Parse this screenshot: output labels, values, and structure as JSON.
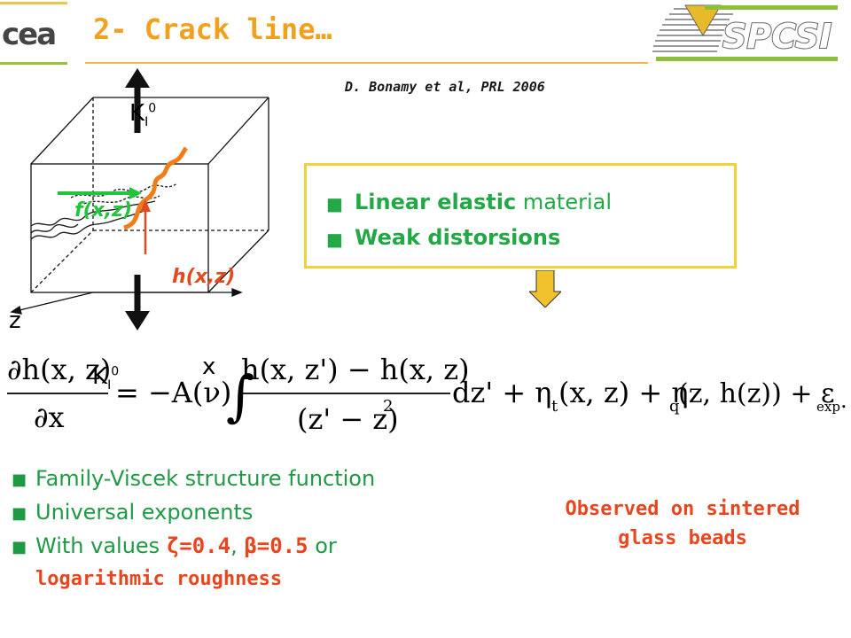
{
  "header": {
    "title": "2- Crack line…",
    "logo_left_text": "cea",
    "logo_right_text": "SPCSI",
    "citation": "D. Bonamy et al, PRL 2006"
  },
  "diagram": {
    "k_top": "K",
    "k_top_sub": "I",
    "k_top_sup": "0",
    "k_bottom": "K",
    "k_bottom_sub": "I",
    "k_bottom_sup": "0",
    "f_label": "f(x,z)",
    "h_label": "h(x,z)",
    "axis_z": "z",
    "axis_x": "x"
  },
  "hypotheses": {
    "item1_bold": "Linear elastic",
    "item1_rest": " material",
    "item2": "Weak distorsions"
  },
  "equation": {
    "lhs_num": "∂h(x, z)",
    "lhs_den": "∂x",
    "eq_mid": "= −A(ν)",
    "integral": "∫",
    "frac_num": "h(x, z') − h(x, z)",
    "frac_den": "(z' − z)",
    "frac_den_exp": "2",
    "tail": "dz' + η",
    "eta_t_sub": "t",
    "tail2": "(x, z) + η",
    "eta_q_sub": "q",
    "tail3": "(z, h(z)) + ε",
    "eps_sub": "exp",
    "end": "."
  },
  "bullets": {
    "item1": "Family-Viscek structure function",
    "item2": "Universal exponents",
    "item3_prefix": "With values ",
    "zeta": "ζ=0.4",
    "comma": ", ",
    "beta": "β=0.5",
    "or": " or",
    "item3_line2": "logarithmic roughness"
  },
  "observed": {
    "line1": "Observed on sintered",
    "line2": "glass beads"
  },
  "colors": {
    "title": "#f0a11e",
    "green": "#22a845",
    "red": "#e8461e",
    "box_border": "#f2d13a",
    "arrow": "#f2c12e"
  }
}
